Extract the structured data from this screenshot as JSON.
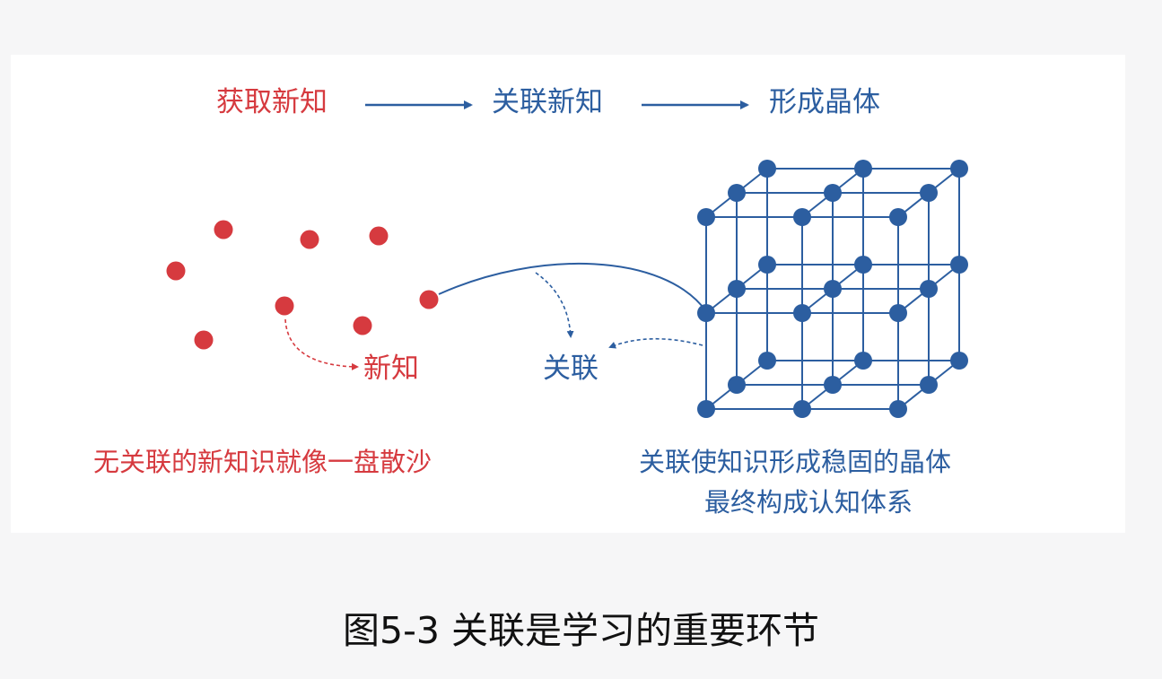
{
  "flow": {
    "step1": "获取新知",
    "step2": "关联新知",
    "step3": "形成晶体"
  },
  "labels": {
    "new_knowledge": "新知",
    "association": "关联",
    "left_caption": "无关联的新知识就像一盘散沙",
    "right_caption_line1": "关联使知识形成稳固的晶体",
    "right_caption_line2": "最终构成认知体系"
  },
  "figure_caption": "图5-3 关联是学习的重要环节",
  "colors": {
    "red": "#d63a3f",
    "blue": "#2c5ea0",
    "background": "#f6f6f7",
    "panel": "#ffffff"
  }
}
